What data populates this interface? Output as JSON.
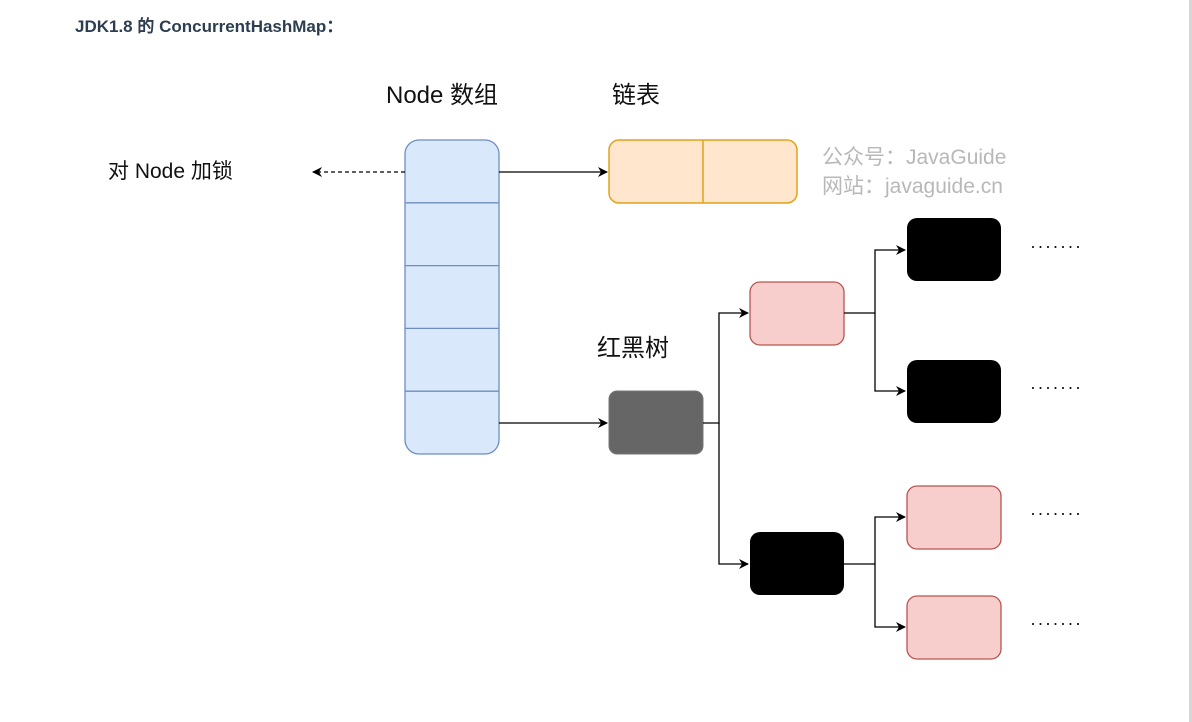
{
  "heading": {
    "text": "JDK1.8 的 ConcurrentHashMap："
  },
  "diagram": {
    "labels": {
      "node_array": "Node 数组",
      "linked_list": "链表",
      "lock_node": "对 Node 加锁",
      "red_black_tree": "红黑树"
    },
    "watermark": {
      "line1": "公众号：JavaGuide",
      "line2": "网站：javaguide.cn"
    },
    "node_array": {
      "slot_count": 5
    },
    "linked_list": {
      "cell_count": 2
    },
    "tree": {
      "root": "gray",
      "level1": [
        "red",
        "black"
      ],
      "level2": [
        "black",
        "black",
        "red",
        "red"
      ],
      "continuation": "·······"
    },
    "colors": {
      "array_fill": "#dae8fc",
      "array_stroke": "#6c8ebf",
      "list_fill": "#ffe6cc",
      "list_stroke": "#e0a41c",
      "red_fill": "#f8cecc",
      "red_stroke": "#b85450",
      "black_fill": "#000000",
      "gray_fill": "#666666",
      "edge": "#000000",
      "watermark": "#b8b8b8",
      "heading": "#2c3e50"
    }
  }
}
